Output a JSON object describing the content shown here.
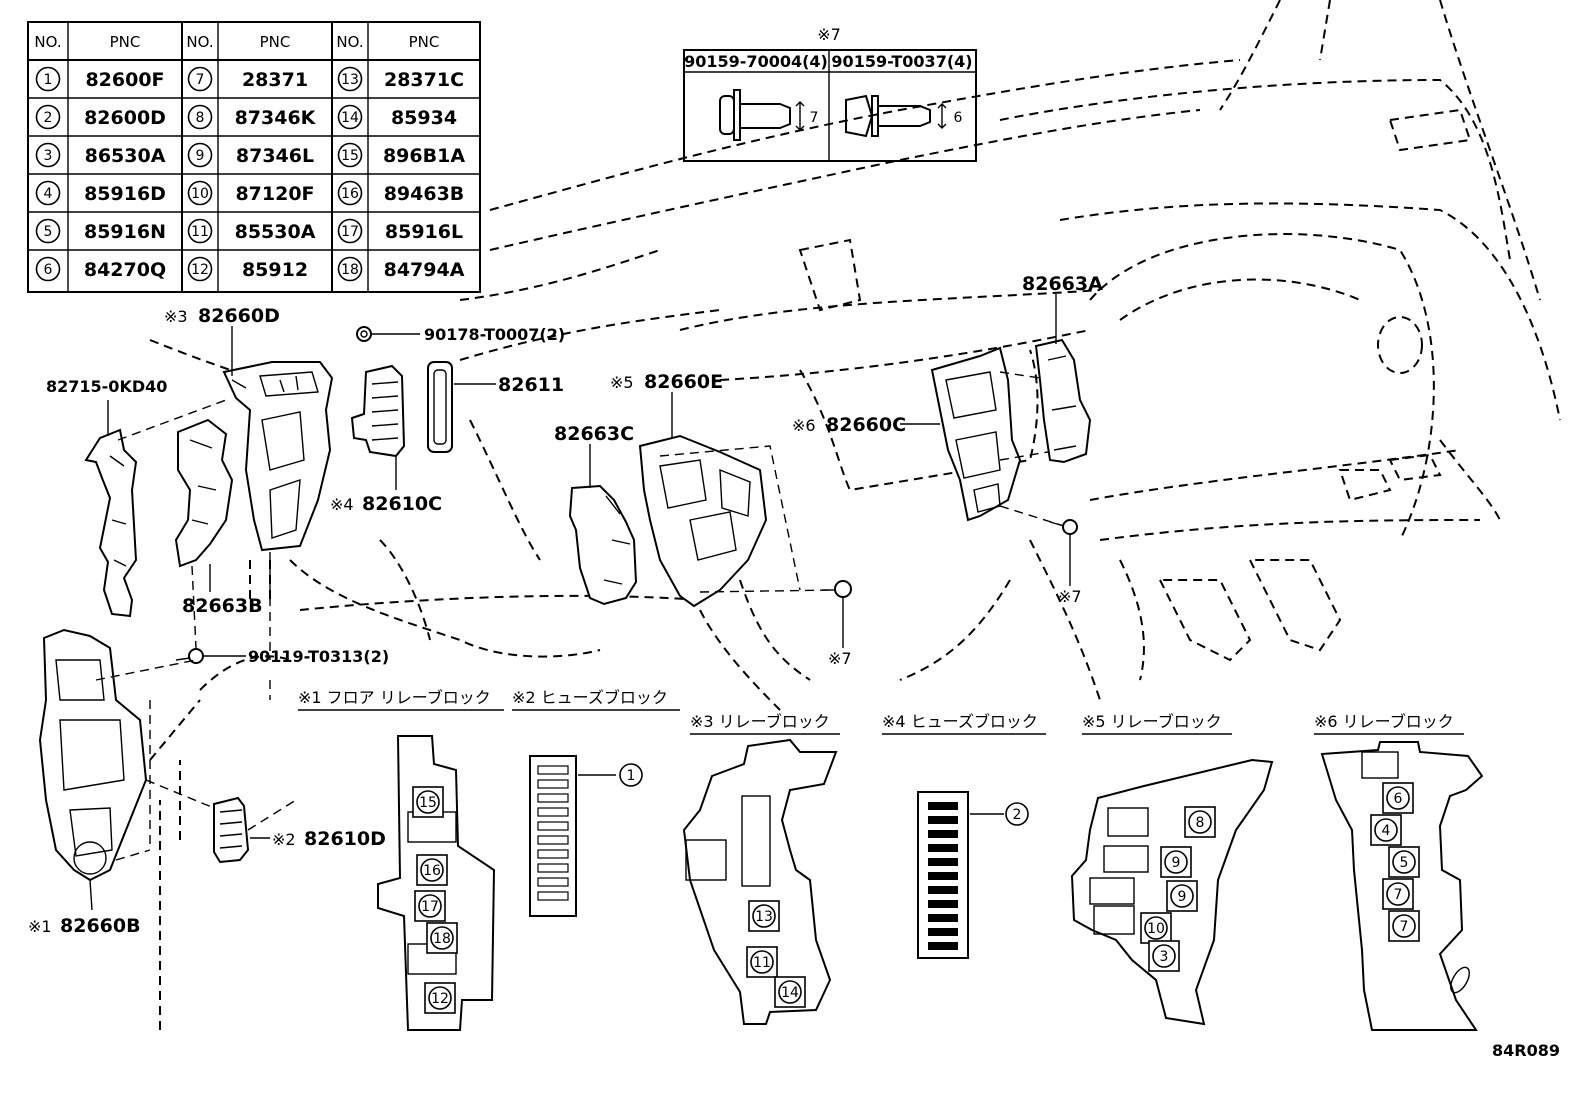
{
  "table": {
    "headers": [
      "NO.",
      "PNC",
      "NO.",
      "PNC",
      "NO.",
      "PNC"
    ],
    "rows": [
      [
        "1",
        "82600F",
        "7",
        "28371",
        "13",
        "28371C"
      ],
      [
        "2",
        "82600D",
        "8",
        "87346K",
        "14",
        "85934"
      ],
      [
        "3",
        "86530A",
        "9",
        "87346L",
        "15",
        "896B1A"
      ],
      [
        "4",
        "85916D",
        "10",
        "87120F",
        "16",
        "89463B"
      ],
      [
        "5",
        "85916N",
        "11",
        "85530A",
        "17",
        "85916L"
      ],
      [
        "6",
        "84270Q",
        "12",
        "85912",
        "18",
        "84794A"
      ]
    ]
  },
  "bolt_table": {
    "mark": "※7",
    "col1_label": "90159-70004(4)",
    "col2_label": "90159-T0037(4)",
    "dim1": "7",
    "dim2": "6"
  },
  "labels": {
    "p82660D": "82660D",
    "p82660D_mark": "※3",
    "p90178": "90178-T0007(2)",
    "p82611": "82611",
    "p82660E": "82660E",
    "p82660E_mark": "※5",
    "p82663A": "82663A",
    "p82715": "82715-0KD40",
    "p82663C": "82663C",
    "p82660C": "82660C",
    "p82660C_mark": "※6",
    "p82610C": "82610C",
    "p82610C_mark": "※4",
    "p82663B": "82663B",
    "p90119": "90119-T0313(2)",
    "p82610D": "82610D",
    "p82610D_mark": "※2",
    "p82660B": "82660B",
    "p82660B_mark": "※1",
    "mark7_a": "※7",
    "mark7_b": "※7"
  },
  "sections": {
    "s1": "※1 フロア リレーブロック",
    "s2": "※2 ヒューズブロック",
    "s3": "※3 リレーブロック",
    "s4": "※4 ヒューズブロック",
    "s5": "※5 リレーブロック",
    "s6": "※6 リレーブロック"
  },
  "block_numbers": {
    "b1": [
      "15",
      "16",
      "17",
      "18",
      "12"
    ],
    "b2": [
      "1"
    ],
    "b3": [
      "13",
      "11",
      "14"
    ],
    "b4": [
      "2"
    ],
    "b5": [
      "8",
      "9",
      "9",
      "10",
      "3"
    ],
    "b6": [
      "6",
      "4",
      "5",
      "7",
      "7"
    ]
  },
  "diagram_code": "84R089"
}
